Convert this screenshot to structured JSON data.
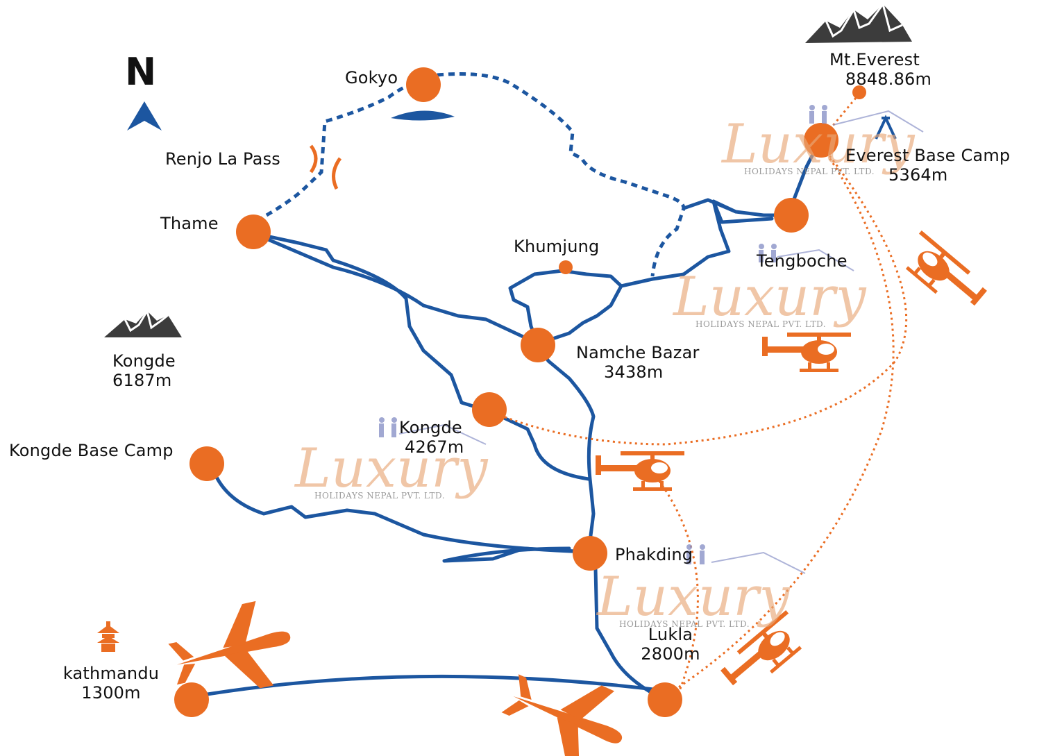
{
  "north": {
    "letter": "N"
  },
  "colors": {
    "route": "#1c56a0",
    "node": "#ea6d23",
    "heli": "#ea6d23",
    "watermark": "#e8a878"
  },
  "places": {
    "gokyo": "Gokyo",
    "renjo": "Renjo La Pass",
    "thame": "Thame",
    "khumjung": "Khumjung",
    "mt_everest": {
      "name": "Mt.Everest",
      "elev": "8848.86m"
    },
    "ebc": {
      "name": "Everest Base Camp",
      "elev": "5364m"
    },
    "tengboche": "Tengboche",
    "namche": {
      "name": "Namche Bazar",
      "elev": "3438m"
    },
    "kongde_peak": {
      "name": "Kongde",
      "elev": "6187m"
    },
    "kongde": {
      "name": "Kongde",
      "elev": "4267m"
    },
    "kongde_bc": "Kongde Base Camp",
    "phakding": "Phakding",
    "lukla": {
      "name": "Lukla",
      "elev": "2800m"
    },
    "kathmandu": {
      "name": "kathmandu",
      "elev": "1300m"
    }
  },
  "watermark": {
    "script": "Luxury",
    "sub": "HOLIDAYS NEPAL PVT. LTD."
  },
  "icons": [
    "north-arrow-icon",
    "mountain-icon",
    "helicopter-icon",
    "airplane-icon",
    "pagoda-icon",
    "tent-icon",
    "trekkers-icon",
    "lake-icon"
  ]
}
